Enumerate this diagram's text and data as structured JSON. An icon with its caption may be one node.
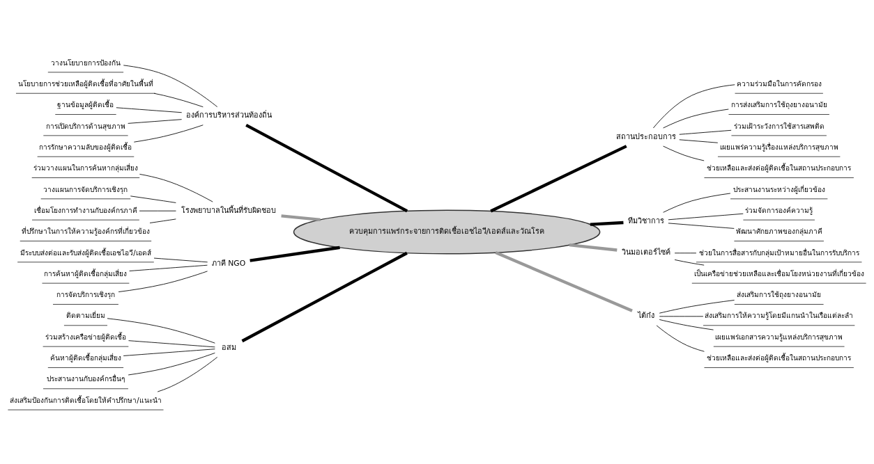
{
  "diagram": {
    "nodes": [
      {
        "text": [
          "ควบคุมการแพร่กระจายการติดเชื้อเอชไอวี/เอดส์และวัณโรค"
        ]
      },
      {
        "text": [
          "องค์การบริหารส่วนท้องถิ่น"
        ]
      },
      {
        "text": [
          "วางนโยบายการป้องกัน"
        ]
      },
      {
        "text": [
          "นโยบายการช่วยเหลือผู้ติดเชื้อที่อาศัยในพื้นที่"
        ]
      },
      {
        "text": [
          "ฐานข้อมูลผู้ติดเชื้อ"
        ]
      },
      {
        "text": [
          "การเปิดบริการด้านสุขภาพ"
        ]
      },
      {
        "text": [
          "การรักษาความลับของผู้ติดเชื้อ"
        ]
      },
      {
        "text": [
          "โรงพยาบาลในพื้นที่รับผิดชอบ"
        ]
      },
      {
        "text": [
          "ร่วมวางแผนในการค้นหากลุ่มเสี่ยง"
        ]
      },
      {
        "text": [
          "วางแผนการจัดบริการเชิงรุก"
        ]
      },
      {
        "text": [
          "เชื่อมโยงการทำงานกับองค์กรภาคี"
        ]
      },
      {
        "text": [
          "ที่ปรึกษาในการให้ความรู้องค์กรที่เกี่ยวข้อง"
        ]
      },
      {
        "text": [
          "ภาคี NGO"
        ]
      },
      {
        "text": [
          "มีระบบส่งต่อและรับส่งผู้ติดเชื้อเอชไอวี/เอดส์"
        ]
      },
      {
        "text": [
          "การค้นหาผู้ติดเชื้อกลุ่มเสี่ยง"
        ]
      },
      {
        "text": [
          "การจัดบริการเชิงรุก"
        ]
      },
      {
        "text": [
          "อสม"
        ]
      },
      {
        "text": [
          "ติดตามเยี่ยม"
        ]
      },
      {
        "text": [
          "ร่วมสร้างเครือข่ายผู้ติดเชื้อ"
        ]
      },
      {
        "text": [
          "ค้นหาผู้ติดเชื้อกลุ่มเสี่ยง"
        ]
      },
      {
        "text": [
          "ประสานงานกับองค์กรอื่นๆ"
        ]
      },
      {
        "text": [
          "ส่งเสริมป้องกันการติดเชื้อโดยให้คำปรึกษา/แนะนำ"
        ]
      },
      {
        "text": [
          "สถานประกอบการ"
        ]
      },
      {
        "text": [
          "ความร่วมมือในการคัดกรอง"
        ]
      },
      {
        "text": [
          "การส่งเสริมการใช้ถุงยางอนามัย"
        ]
      },
      {
        "text": [
          "ร่วมเฝ้าระวังการใช้สารเสพติด"
        ]
      },
      {
        "text": [
          "เผยแพร่ความรู้เรื่องแหล่งบริการสุขภาพ"
        ]
      },
      {
        "text": [
          "ช่วยเหลือและส่งต่อผู้ติดเชื้อในสถานประกอบการ"
        ]
      },
      {
        "text": [
          "ทีมวิชาการ"
        ]
      },
      {
        "text": [
          "ประสานงานระหว่างผู้เกี่ยวข้อง"
        ]
      },
      {
        "text": [
          "ร่วมจัดการองค์ความรู้"
        ]
      },
      {
        "text": [
          "พัฒนาศักยภาพของกลุ่มภาคี"
        ]
      },
      {
        "text": [
          "วินมอเตอร์ไซค์"
        ]
      },
      {
        "text": [
          "ช่วยในการสื่อสารกับกลุ่มเป้าหมายอื่นในการรับบริการ"
        ]
      },
      {
        "text": [
          "เป็นเครือข่ายช่วยเหลือและเชื่อมโยงหน่วยงานที่เกี่ยวข้อง"
        ]
      },
      {
        "text": [
          "ไต้ก๋ง"
        ]
      },
      {
        "text": [
          "ส่งเสริมการใช้ถุงยางอนามัย"
        ]
      },
      {
        "text": [
          "ส่งเสริมการให้ความรู้โดยมีแกนนำในเรือแต่ละลำ"
        ]
      },
      {
        "text": [
          "เผยแพร่เอกสารความรู้แหล่งบริการสุขภาพ"
        ]
      },
      {
        "text": [
          "ช่วยเหลือและส่งต่อผู้ติดเชื้อในสถานประกอบการ"
        ]
      }
    ],
    "edges": [
      {
        "from": 0,
        "to": 1,
        "arrow": "none",
        "style": "thick"
      },
      {
        "from": 1,
        "to": 2,
        "arrow": "none"
      },
      {
        "from": 1,
        "to": 3,
        "arrow": "none"
      },
      {
        "from": 1,
        "to": 4,
        "arrow": "none"
      },
      {
        "from": 1,
        "to": 5,
        "arrow": "none"
      },
      {
        "from": 1,
        "to": 6,
        "arrow": "none"
      },
      {
        "from": 0,
        "to": 7,
        "arrow": "none",
        "style": "thick",
        "color": "#999999"
      },
      {
        "from": 7,
        "to": 8,
        "arrow": "none"
      },
      {
        "from": 7,
        "to": 9,
        "arrow": "none"
      },
      {
        "from": 7,
        "to": 10,
        "arrow": "none"
      },
      {
        "from": 7,
        "to": 11,
        "arrow": "none"
      },
      {
        "from": 0,
        "to": 12,
        "arrow": "none",
        "style": "thick"
      },
      {
        "from": 12,
        "to": 13,
        "arrow": "none"
      },
      {
        "from": 12,
        "to": 14,
        "arrow": "none"
      },
      {
        "from": 12,
        "to": 15,
        "arrow": "none"
      },
      {
        "from": 0,
        "to": 16,
        "arrow": "none",
        "style": "thick"
      },
      {
        "from": 16,
        "to": 17,
        "arrow": "none"
      },
      {
        "from": 16,
        "to": 18,
        "arrow": "none"
      },
      {
        "from": 16,
        "to": 19,
        "arrow": "none"
      },
      {
        "from": 16,
        "to": 20,
        "arrow": "none"
      },
      {
        "from": 16,
        "to": 21,
        "arrow": "none"
      },
      {
        "from": 0,
        "to": 22,
        "arrow": "none",
        "style": "thick"
      },
      {
        "from": 22,
        "to": 23,
        "arrow": "none"
      },
      {
        "from": 22,
        "to": 24,
        "arrow": "none"
      },
      {
        "from": 22,
        "to": 25,
        "arrow": "none"
      },
      {
        "from": 22,
        "to": 26,
        "arrow": "none"
      },
      {
        "from": 22,
        "to": 27,
        "arrow": "none"
      },
      {
        "from": 0,
        "to": 28,
        "arrow": "none",
        "style": "thick"
      },
      {
        "from": 28,
        "to": 29,
        "arrow": "none"
      },
      {
        "from": 28,
        "to": 30,
        "arrow": "none"
      },
      {
        "from": 28,
        "to": 31,
        "arrow": "none"
      },
      {
        "from": 0,
        "to": 32,
        "arrow": "none",
        "style": "thick",
        "color": "#999999"
      },
      {
        "from": 32,
        "to": 33,
        "arrow": "none"
      },
      {
        "from": 32,
        "to": 34,
        "arrow": "none"
      },
      {
        "from": 0,
        "to": 35,
        "arrow": "none",
        "style": "thick",
        "color": "#999999"
      },
      {
        "from": 35,
        "to": 36,
        "arrow": "none"
      },
      {
        "from": 35,
        "to": 37,
        "arrow": "none"
      },
      {
        "from": 35,
        "to": 38,
        "arrow": "none"
      },
      {
        "from": 35,
        "to": 39,
        "arrow": "none"
      }
    ]
  }
}
